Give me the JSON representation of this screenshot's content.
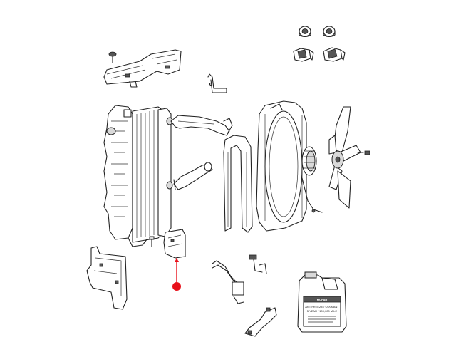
{
  "diagram": {
    "highlight_color": "#e8101a",
    "line_color": "#222222",
    "background": "#ffffff"
  },
  "coolant_jug": {
    "brand": "MOPAR",
    "label_line1": "ANTIFREEZE / COOLANT",
    "label_line2": "5 YEAR / 100,000 MILE"
  }
}
